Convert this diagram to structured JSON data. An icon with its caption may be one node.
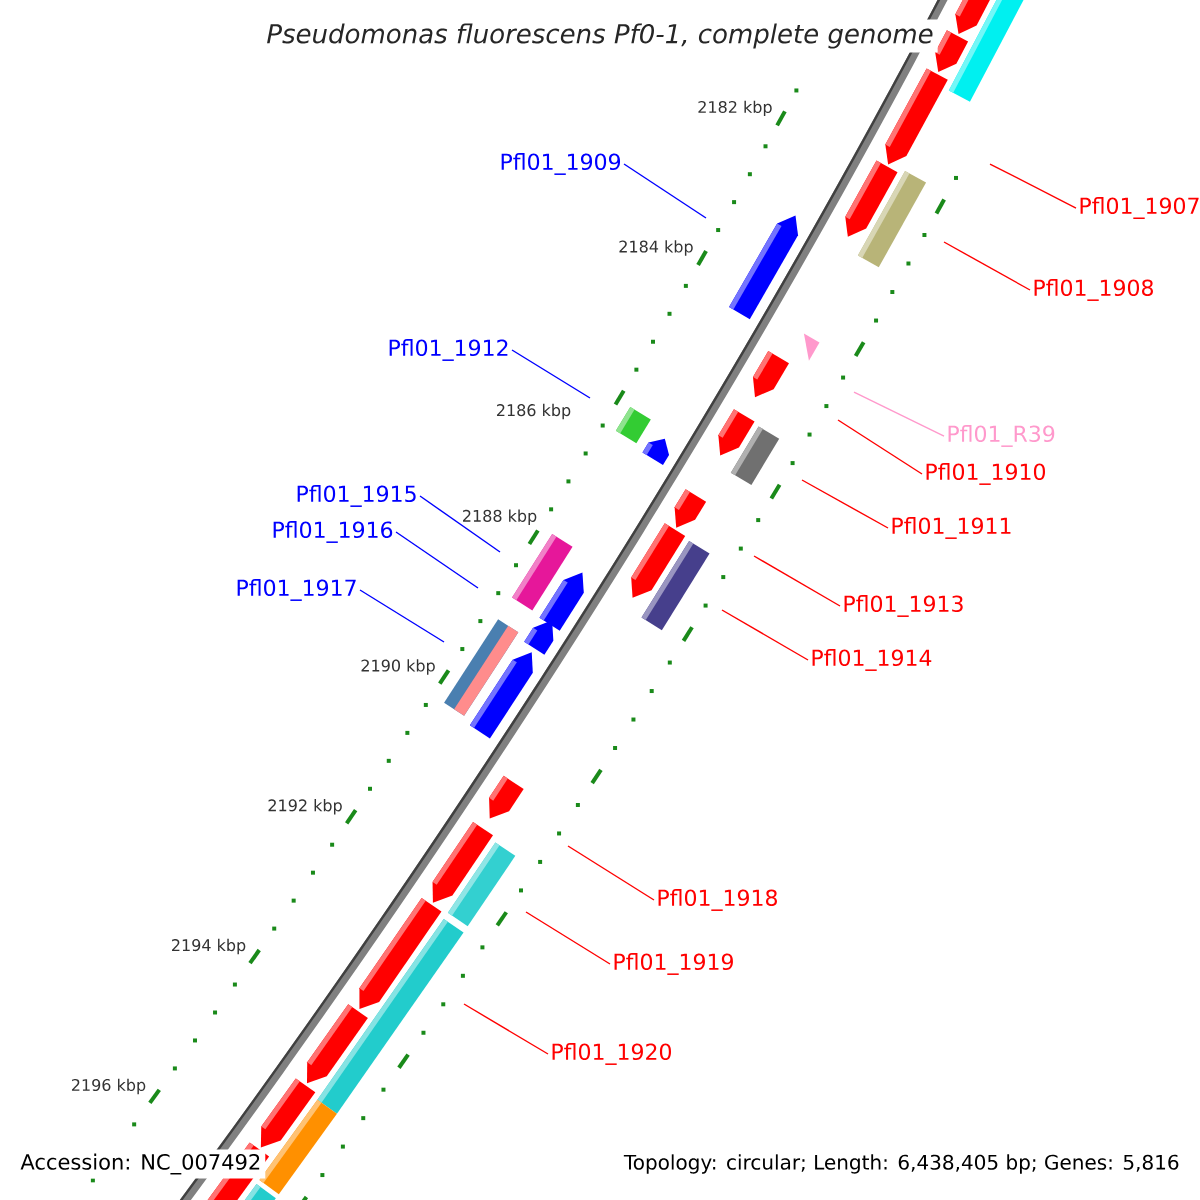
{
  "diagram": {
    "title": "Pseudomonas fluorescens Pf0-1, complete genome",
    "nodes": [
      {
        "text": [
          "Pfl01_1907"
        ]
      },
      {
        "text": [
          "Pfl01_1908"
        ]
      },
      {
        "text": [
          "Pfl01_1909"
        ]
      },
      {
        "text": [
          "Pfl01_1912"
        ]
      },
      {
        "text": [
          "Pfl01_R39"
        ]
      },
      {
        "text": [
          "Pfl01_1910"
        ]
      },
      {
        "text": [
          "Pfl01_1911"
        ]
      },
      {
        "text": [
          "Pfl01_1915"
        ]
      },
      {
        "text": [
          "Pfl01_1916"
        ]
      },
      {
        "text": [
          "Pfl01_1913"
        ]
      },
      {
        "text": [
          "Pfl01_1917"
        ]
      },
      {
        "text": [
          "Pfl01_1914"
        ]
      },
      {
        "text": [
          "Pfl01_1918"
        ]
      },
      {
        "text": [
          "Pfl01_1919"
        ]
      },
      {
        "text": [
          "Pfl01_1920"
        ]
      }
    ],
    "edges": [
      {
        "from": 0,
        "to": null,
        "arrow": "none"
      },
      {
        "from": 1,
        "to": null,
        "arrow": "none"
      },
      {
        "from": 2,
        "to": null,
        "arrow": "none",
        "color": "#0000ff"
      },
      {
        "from": 3,
        "to": null,
        "arrow": "none",
        "color": "#0000ff"
      },
      {
        "from": 4,
        "to": null,
        "arrow": "none",
        "color": "#ff99cc"
      },
      {
        "from": 5,
        "to": null,
        "arrow": "none"
      },
      {
        "from": 6,
        "to": null,
        "arrow": "none"
      },
      {
        "from": 7,
        "to": null,
        "arrow": "none",
        "color": "#0000ff"
      },
      {
        "from": 8,
        "to": null,
        "arrow": "none",
        "color": "#0000ff"
      },
      {
        "from": 9,
        "to": null,
        "arrow": "none"
      },
      {
        "from": 10,
        "to": null,
        "arrow": "none",
        "color": "#0000ff"
      },
      {
        "from": 11,
        "to": null,
        "arrow": "none"
      },
      {
        "from": 12,
        "to": null,
        "arrow": "none"
      },
      {
        "from": 13,
        "to": null,
        "arrow": "none"
      },
      {
        "from": 14,
        "to": null,
        "arrow": "none"
      }
    ],
    "labels": [
      "2182 kbp",
      "2184 kbp",
      "2186 kbp",
      "2188 kbp",
      "2190 kbp",
      "2192 kbp",
      "2194 kbp",
      "2196 kbp",
      "Accession: NC_007492",
      "Topology: circular; Length: 6,438,405 bp; Genes: 5,816"
    ]
  }
}
